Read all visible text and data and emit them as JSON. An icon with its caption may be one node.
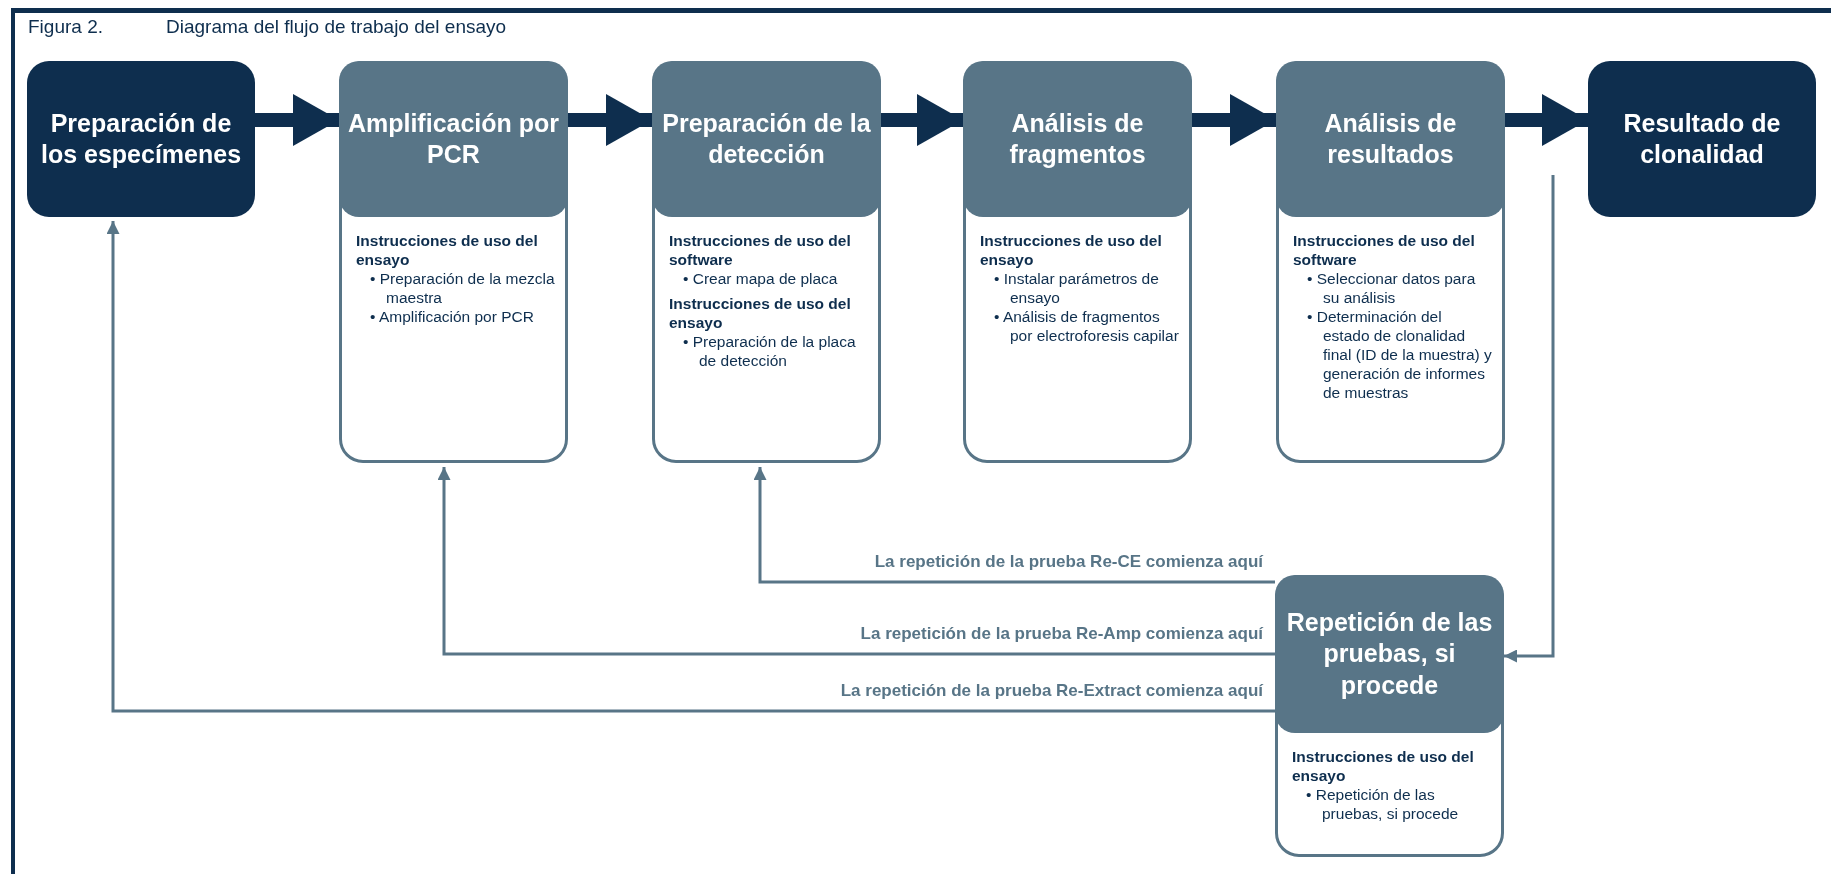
{
  "diagram": {
    "title": "Diagrama del flujo de trabajo del ensayo",
    "nodes": [
      {
        "text": [
          "Preparación de los especímenes"
        ]
      },
      {
        "text": [
          "Amplificación por PCR",
          "Instrucciones de uso del ensayo",
          "• Preparación de la mezcla maestra",
          "• Amplificación por PCR"
        ]
      },
      {
        "text": [
          "Preparación de la detección",
          "Instrucciones de uso del software",
          "• Crear mapa de placa",
          "Instrucciones de uso del ensayo",
          "• Preparación de la placa de detección"
        ]
      },
      {
        "text": [
          "Análisis de fragmentos",
          "Instrucciones de uso del ensayo",
          "• Instalar parámetros de ensayo",
          "• Análisis de fragmentos por electroforesis capilar"
        ]
      },
      {
        "text": [
          "Análisis de resultados",
          "Instrucciones de uso del software",
          "• Seleccionar datos para su análisis",
          "• Determinación del estado de clonalidad final (ID de la muestra) y generación de informes de muestras"
        ]
      },
      {
        "text": [
          "Resultado de clonalidad"
        ]
      },
      {
        "text": [
          "Repetición de las pruebas, si procede",
          "Instrucciones de uso del ensayo",
          "• Repetición de las pruebas, si procede"
        ]
      }
    ],
    "edges": [
      {
        "from": 0,
        "to": 1,
        "arrow": "to"
      },
      {
        "from": 1,
        "to": 2,
        "arrow": "to"
      },
      {
        "from": 2,
        "to": 3,
        "arrow": "to"
      },
      {
        "from": 3,
        "to": 4,
        "arrow": "to"
      },
      {
        "from": 4,
        "to": 5,
        "arrow": "to"
      },
      {
        "from": null,
        "to": 6,
        "arrow": "to",
        "color": "#587587"
      },
      {
        "from": 6,
        "to": 2,
        "arrow": "to",
        "label": "La repetición de la prueba Re-CE comienza aquí",
        "color": "#587587"
      },
      {
        "from": 6,
        "to": 1,
        "arrow": "to",
        "label": "La repetición de la prueba Re-Amp comienza aquí",
        "color": "#587587"
      },
      {
        "from": 6,
        "to": 0,
        "arrow": "to",
        "label": "La repetición de la prueba Re-Extract comienza aquí",
        "color": "#587587"
      }
    ],
    "labels": [
      "Figura 2."
    ]
  }
}
